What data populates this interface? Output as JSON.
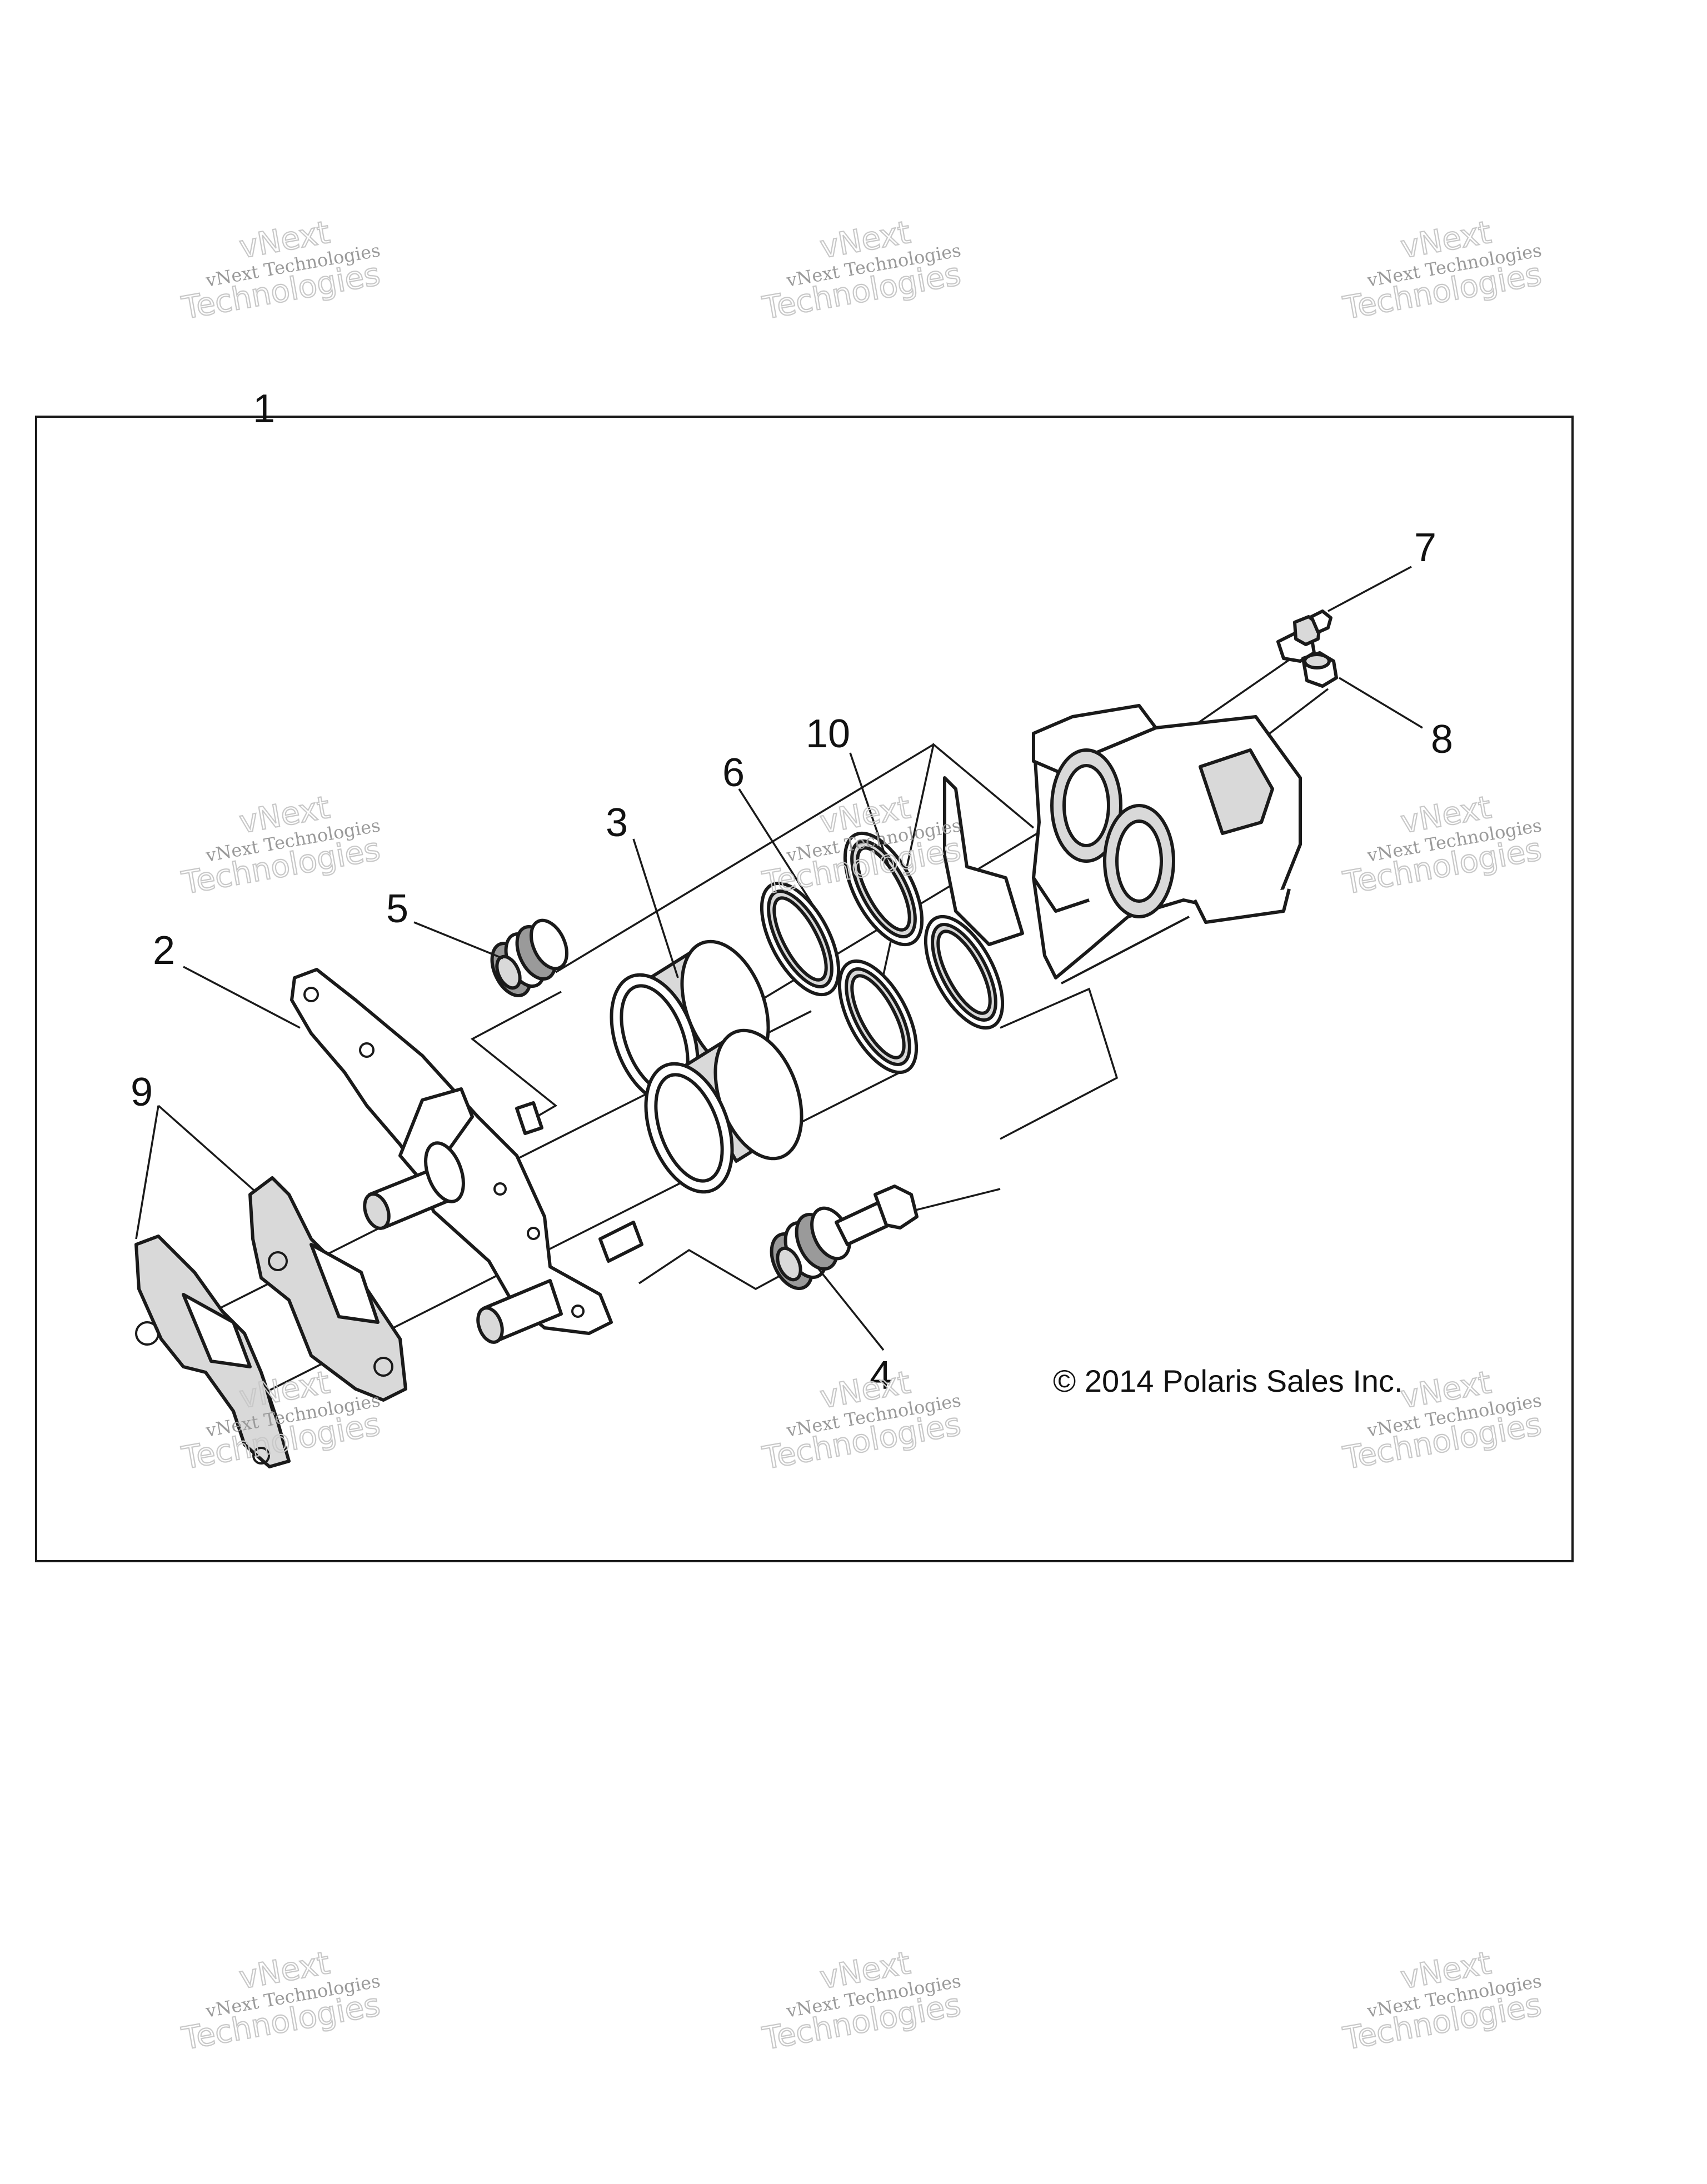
{
  "callouts": {
    "c1": "1",
    "c2": "2",
    "c3": "3",
    "c4": "4",
    "c5": "5",
    "c6": "6",
    "c7": "7",
    "c8": "8",
    "c9": "9",
    "c10": "10"
  },
  "copyright": "© 2014 Polaris Sales Inc.",
  "watermark": {
    "line_small": "vNext Technologies",
    "line_big_a": "vNext",
    "line_big_b": "Technologies"
  }
}
